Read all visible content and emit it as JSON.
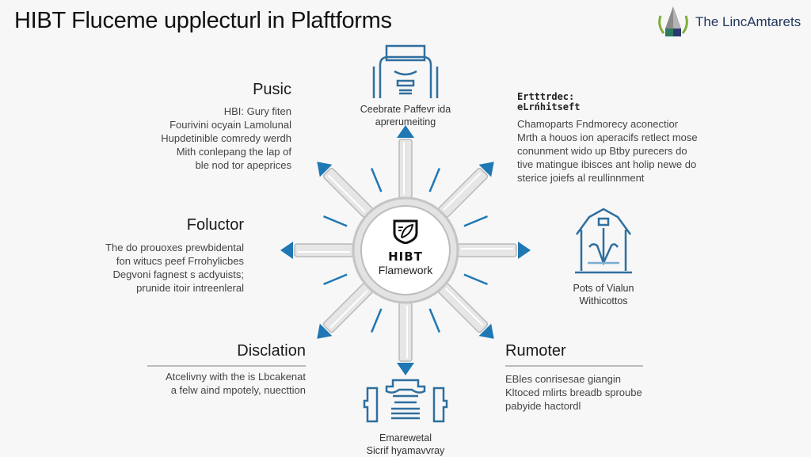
{
  "title": "HIBT Fluceme upplecturl in Plaftforms",
  "brand": {
    "name": "The LincAmtarets",
    "logo_icon": "pyramid-laurel-logo"
  },
  "colors": {
    "accent": "#1f77b4",
    "icon_blue": "#2f6f9f",
    "spoke_gray": "#cfcfcf",
    "ring_gray": "#c4c4c4"
  },
  "center": {
    "icon": "shield-feather-icon",
    "title": "HIBT",
    "subtitle": "Flamework"
  },
  "sections": {
    "top_left": {
      "heading": "Pusic",
      "lines": [
        "HBI: Gury fiten",
        "Fourivini ocyain Lamolunal",
        "Hupdetinible comredy werdh",
        "Mith conlepang the lap of",
        "ble nod tor apeprices"
      ]
    },
    "top_right": {
      "heading_lines": [
        "Ertttrdec:",
        "eLrńhitseft"
      ],
      "lines": [
        "Chamoparts Fndmorecy aconectior",
        "Mrth a houos ion aperacifs retlect mose",
        "conunment wido up Btby purесers do",
        "tive matingue ibisces ant holip newe do",
        "sterice joiefs al reullinnment"
      ]
    },
    "mid_left": {
      "heading": "Foluctor",
      "lines": [
        "The do prouoxes prewbidental",
        "fon witucs peef Frrohylicbes",
        "Degvoni fagnest s acdyuists;",
        "prunide itoir intreenleral"
      ]
    },
    "bottom_left": {
      "heading": "Disclation",
      "lines": [
        "Atcelivny with the is Lbcakenat",
        "a felw aind mpotely, nuecttion"
      ]
    },
    "bottom_right": {
      "heading": "Rumoter",
      "lines": [
        "EBles conrisesae giangin",
        "Kltoced mlirts breadb sproube",
        "pabyide hactordl"
      ]
    }
  },
  "nodes": {
    "top": {
      "icon": "building-machine-icon",
      "lines": [
        "Ceebrate Paffevr ida",
        "aprerumeiting"
      ]
    },
    "right": {
      "icon": "barn-house-icon",
      "lines": [
        "Pots of Vialun",
        "Withicottos"
      ]
    },
    "bottom": {
      "icon": "gate-structure-icon",
      "lines": [
        "Emarewetal",
        "Sicrif hyamavvray"
      ]
    }
  }
}
